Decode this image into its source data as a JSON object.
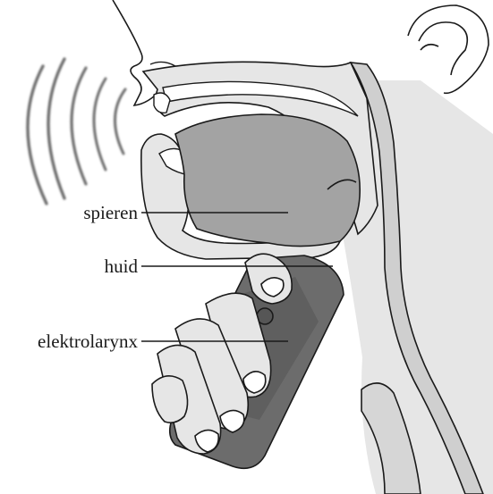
{
  "labels": {
    "muscles": "spieren",
    "skin": "huid",
    "device": "elektrolarynx"
  },
  "colors": {
    "line": "#1a1a1a",
    "tissue_light": "#e6e6e6",
    "muscle_gray": "#a3a3a3",
    "device_dark": "#6c6c6c",
    "device_shadow": "#565656",
    "background": "#ffffff"
  }
}
